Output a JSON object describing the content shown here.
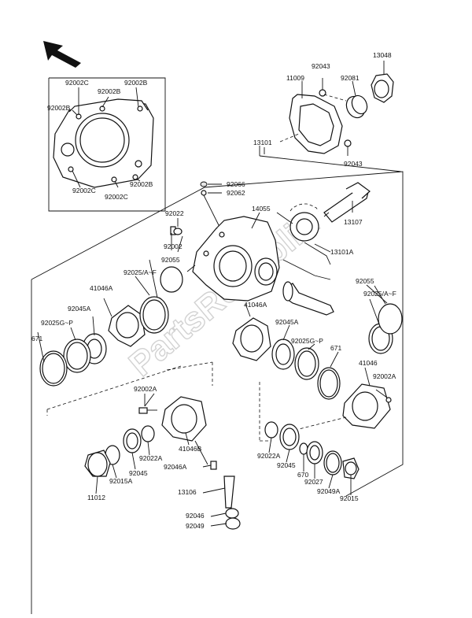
{
  "watermark": "PartsRepublik",
  "labels": {
    "l92002c_1": "92002C",
    "l92002b_1": "92002B",
    "l92002b_2": "92002B",
    "l92002b_3": "92002B",
    "l92002c_2": "92002C",
    "l92002c_3": "92002C",
    "l92002b_4": "92002B",
    "l11009": "11009",
    "l92043_1": "92043",
    "l13048": "13048",
    "l92081": "92081",
    "l92043_2": "92043",
    "l13101": "13101",
    "l92066": "92066",
    "l92062": "92062",
    "l92022_top": "92022",
    "l14055": "14055",
    "l92002": "92002",
    "l92055_l": "92055",
    "l13107": "13107",
    "l13101a": "13101A",
    "l92025af_l": "92025/A~F",
    "l41046a_l": "41046A",
    "l92045a_l": "92045A",
    "l92025gp_l": "92025G~P",
    "l671_l": "671",
    "l41046a_c": "41046A",
    "l92055_r": "92055",
    "l92025af_r": "92025/A~F",
    "l92045a_c": "92045A",
    "l92025gp_c": "92025G~P",
    "l671_r": "671",
    "l41046": "41046",
    "l92002a_r": "92002A",
    "l92002a_l": "92002A",
    "l41046b": "41046B",
    "l92022a_l": "92022A",
    "l92045_l": "92045",
    "l92015a": "92015A",
    "l92046a": "92046A",
    "l11012": "11012",
    "l13106": "13106",
    "l92046": "92046",
    "l92049": "92049",
    "l92022a_r": "92022A",
    "l92045_r": "92045",
    "l670": "670",
    "l92027": "92027",
    "l92049a": "92049A",
    "l92015": "92015"
  }
}
